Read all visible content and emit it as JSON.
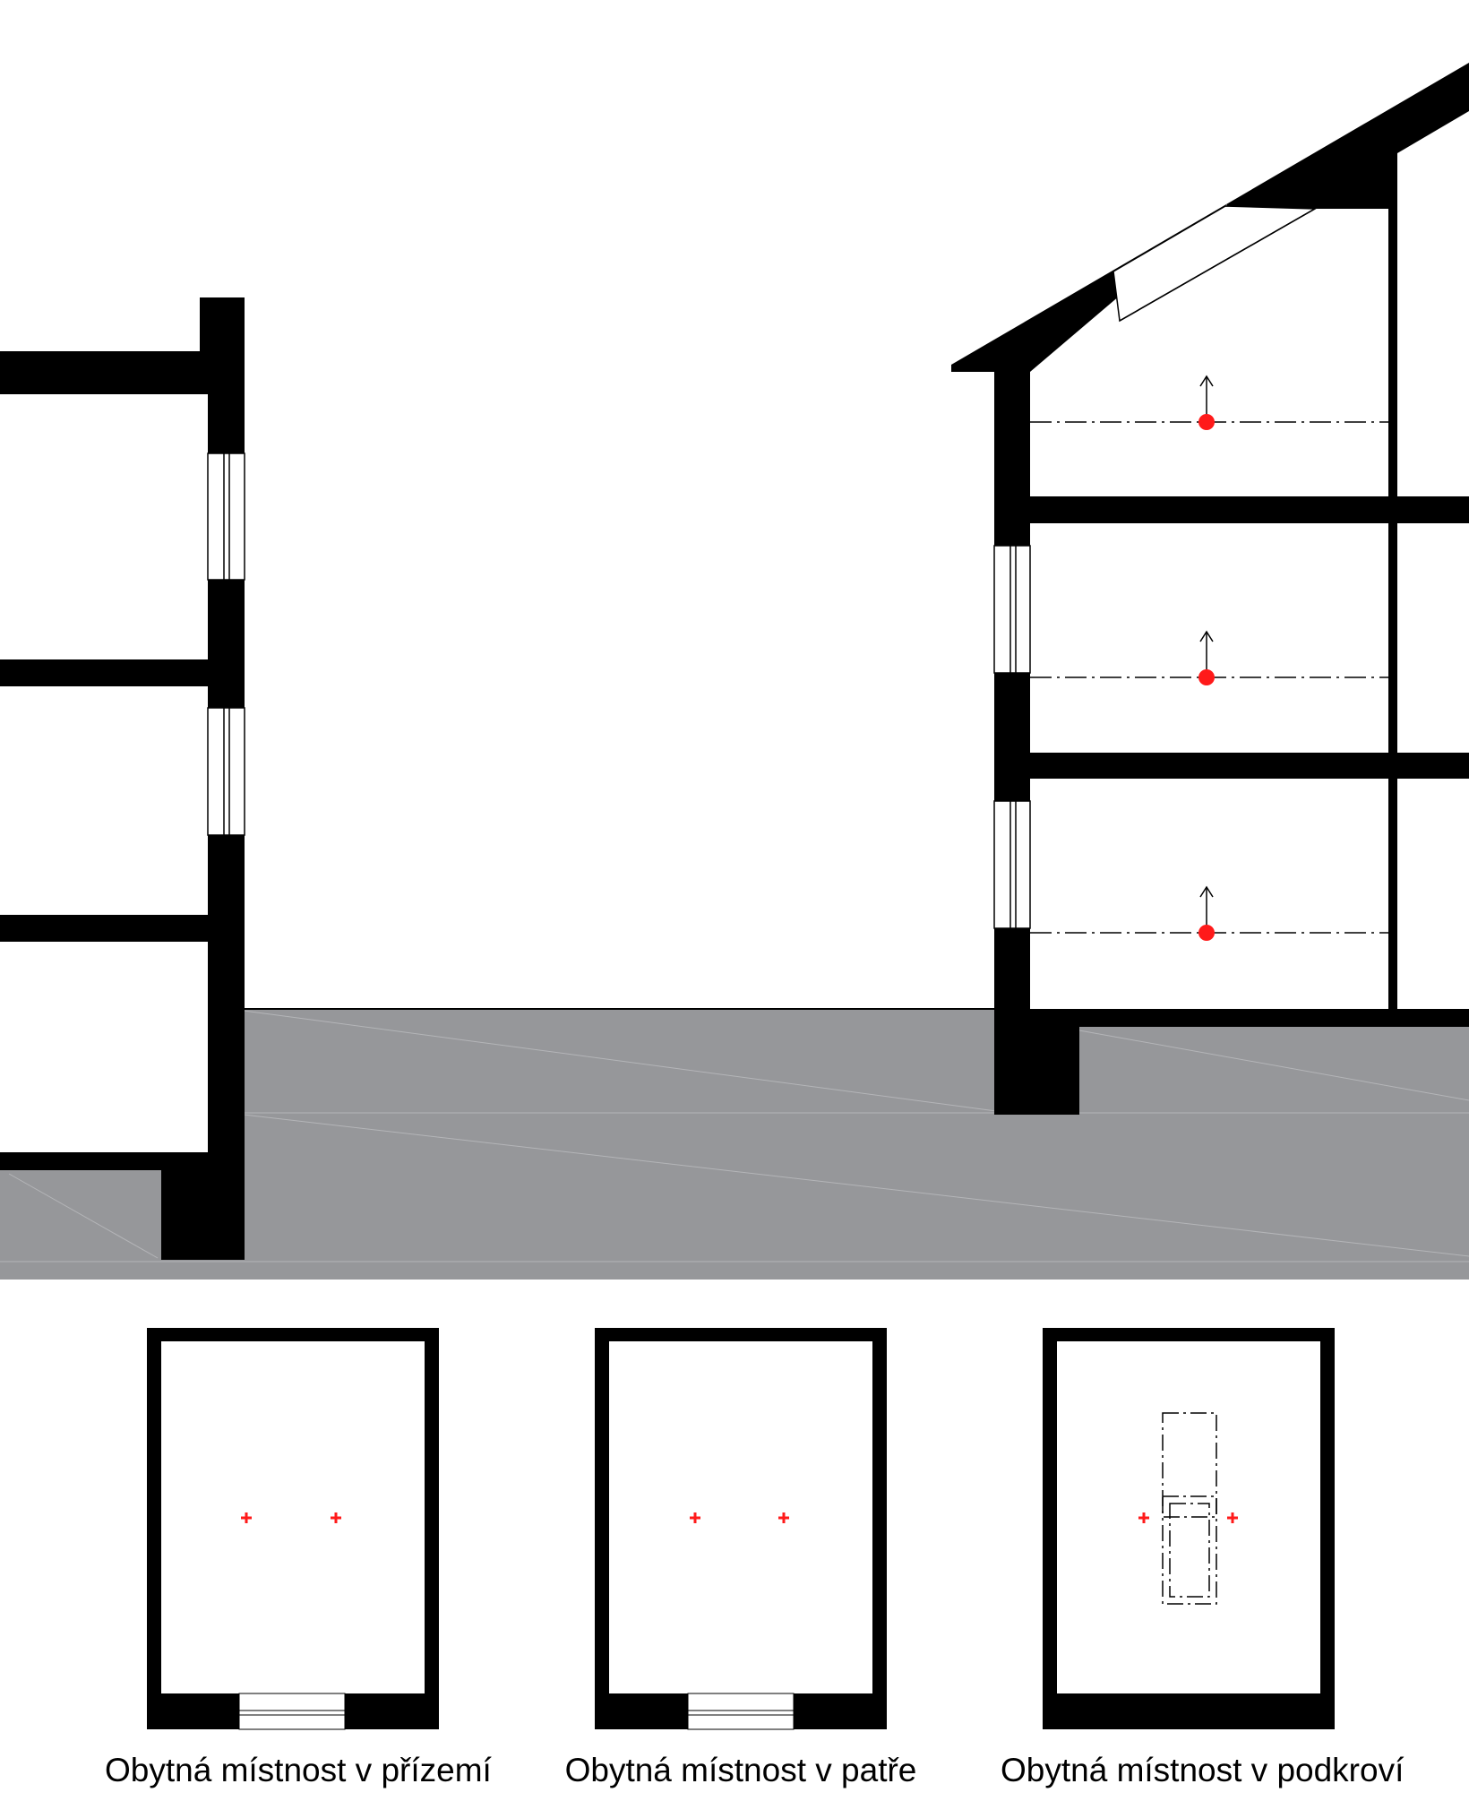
{
  "colors": {
    "wall": "#000000",
    "ground": "#96979a",
    "marker": "#ff1a1a",
    "background": "#ffffff"
  },
  "captions": [
    "Obytná místnost v přízemí",
    "Obytná místnost v patře",
    "Obytná místnost v podkroví"
  ],
  "markers": {
    "section_points": 3,
    "plan_points_per_room": 2
  }
}
